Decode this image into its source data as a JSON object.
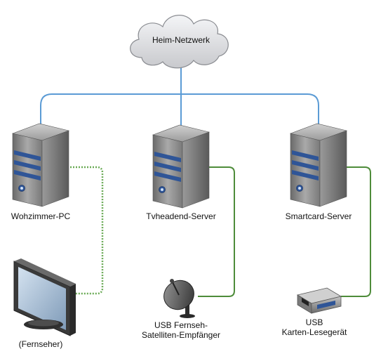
{
  "cloud": {
    "label": "Heim-Netzwerk"
  },
  "nodes": {
    "living_room_pc": "Wohzimmer-PC",
    "tvheadend_server": "Tvheadend-Server",
    "smartcard_server": "Smartcard-Server",
    "tv": "(Fernseher)",
    "satellite_receiver": {
      "line1": "USB Fernseh-",
      "line2": "Satelliten-Empfänger"
    },
    "card_reader": {
      "line1": "USB",
      "line2": "Karten-Lesegerät"
    }
  },
  "colors": {
    "network_link": "#5b9bd5",
    "usb_link": "#4e8c3a",
    "display_link_dotted": "#6aaa55",
    "cloud_fill": "#d9dadd",
    "server_body": "#8d8d8d",
    "server_stripe": "#3a5f9e"
  }
}
